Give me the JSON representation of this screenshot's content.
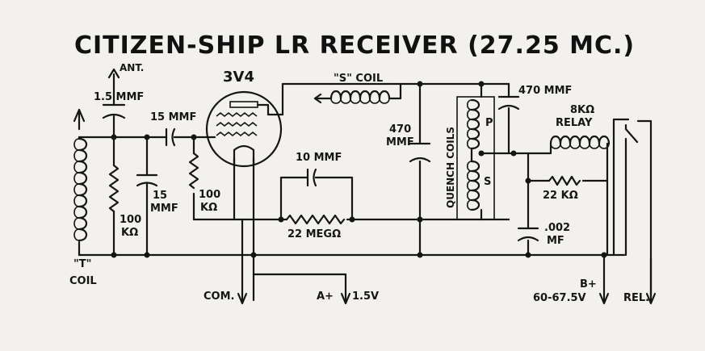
{
  "title": "CITIZEN-SHIP LR RECEIVER (27.25 MC.)",
  "labels": {
    "ant": "ANT.",
    "cap_ant": "1.5 MMF",
    "tube": "3V4",
    "cap_grid": "15 MMF",
    "cap_15_a": "15",
    "cap_15_b": "MMF",
    "res_100_left_a": "100",
    "res_100_left_b": "KΩ",
    "res_100_mid_a": "100",
    "res_100_mid_b": "KΩ",
    "s_coil": "\"S\" COIL",
    "cap_470_a": "470",
    "cap_470_b": "MMF",
    "quench": "QUENCH COILS",
    "p": "P",
    "s": "S",
    "cap_470_top": "470 MMF",
    "relay_a": "8KΩ",
    "relay_b": "RELAY",
    "cap_10": "10 MMF",
    "res_22meg": "22 MEGΩ",
    "res_22k": "22 KΩ",
    "cap_002_a": ".002",
    "cap_002_b": "MF",
    "t_coil_a": "\"T\"",
    "t_coil_b": "COIL",
    "com": "COM.",
    "a_plus": "A+",
    "v15": "1.5V",
    "b_plus": "B+",
    "b_volt": "60-67.5V",
    "rel": "REL."
  }
}
